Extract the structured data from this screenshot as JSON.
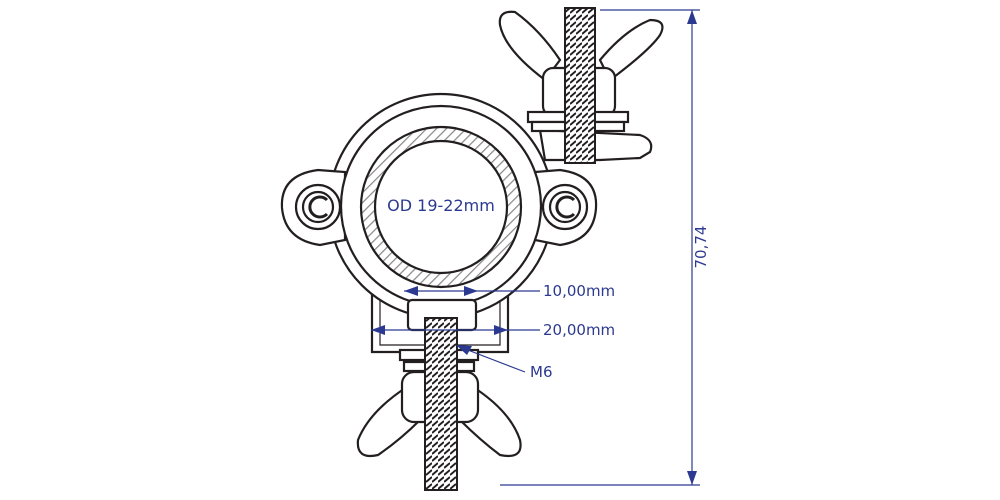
{
  "labels": {
    "tube_od": "OD 19-22mm",
    "dim_small": "10,00mm",
    "dim_large": "20,00mm",
    "thread": "M6",
    "height": "70,74"
  },
  "colors": {
    "dimension": "#2b3990",
    "outline": "#231f20",
    "hatch": "#8a8a8a"
  }
}
